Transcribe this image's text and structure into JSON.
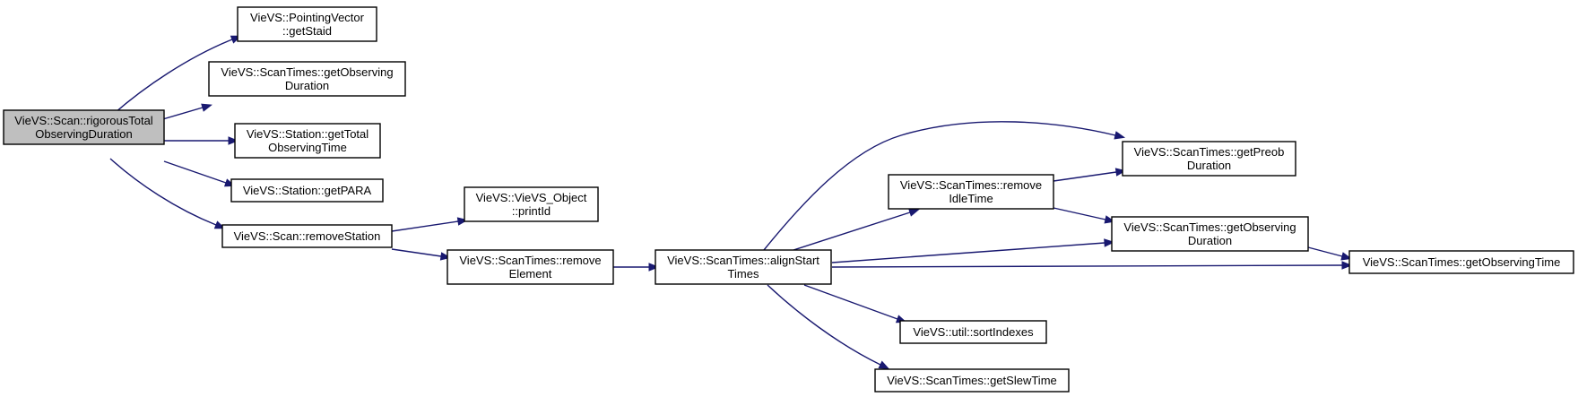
{
  "colors": {
    "edge": "#191970",
    "root_fill": "#bfbfbf",
    "node_fill": "#ffffff",
    "border": "#000000"
  },
  "nodes": [
    {
      "id": "rigorous",
      "label": [
        "VieVS::Scan::rigorousTotal",
        "ObservingDuration"
      ],
      "root": true
    },
    {
      "id": "pv_getStaid",
      "label": [
        "VieVS::PointingVector",
        "::getStaid"
      ]
    },
    {
      "id": "st_getObsDur1",
      "label": [
        "VieVS::ScanTimes::getObserving",
        "Duration"
      ]
    },
    {
      "id": "station_getTotal",
      "label": [
        "VieVS::Station::getTotal",
        "ObservingTime"
      ]
    },
    {
      "id": "station_getPARA",
      "label": [
        "VieVS::Station::getPARA"
      ]
    },
    {
      "id": "scan_removeStation",
      "label": [
        "VieVS::Scan::removeStation"
      ]
    },
    {
      "id": "obj_printId",
      "label": [
        "VieVS::VieVS_Object",
        "::printId"
      ]
    },
    {
      "id": "st_removeElement",
      "label": [
        "VieVS::ScanTimes::remove",
        "Element"
      ]
    },
    {
      "id": "st_alignStart",
      "label": [
        "VieVS::ScanTimes::alignStart",
        "Times"
      ]
    },
    {
      "id": "st_removeIdle",
      "label": [
        "VieVS::ScanTimes::remove",
        "IdleTime"
      ]
    },
    {
      "id": "st_getPreob",
      "label": [
        "VieVS::ScanTimes::getPreob",
        "Duration"
      ]
    },
    {
      "id": "st_getObsDur2",
      "label": [
        "VieVS::ScanTimes::getObserving",
        "Duration"
      ]
    },
    {
      "id": "st_getObsTime",
      "label": [
        "VieVS::ScanTimes::getObservingTime"
      ]
    },
    {
      "id": "util_sortIndexes",
      "label": [
        "VieVS::util::sortIndexes"
      ]
    },
    {
      "id": "st_getSlew",
      "label": [
        "VieVS::ScanTimes::getSlewTime"
      ]
    }
  ],
  "edges": [
    {
      "from": "rigorous",
      "to": "pv_getStaid"
    },
    {
      "from": "rigorous",
      "to": "st_getObsDur1"
    },
    {
      "from": "rigorous",
      "to": "station_getTotal"
    },
    {
      "from": "rigorous",
      "to": "station_getPARA"
    },
    {
      "from": "rigorous",
      "to": "scan_removeStation"
    },
    {
      "from": "scan_removeStation",
      "to": "obj_printId"
    },
    {
      "from": "scan_removeStation",
      "to": "st_removeElement"
    },
    {
      "from": "st_removeElement",
      "to": "st_alignStart"
    },
    {
      "from": "st_alignStart",
      "to": "st_getPreob"
    },
    {
      "from": "st_alignStart",
      "to": "st_removeIdle"
    },
    {
      "from": "st_alignStart",
      "to": "st_getObsDur2"
    },
    {
      "from": "st_alignStart",
      "to": "st_getObsTime"
    },
    {
      "from": "st_alignStart",
      "to": "util_sortIndexes"
    },
    {
      "from": "st_alignStart",
      "to": "st_getSlew"
    },
    {
      "from": "st_removeIdle",
      "to": "st_getPreob"
    },
    {
      "from": "st_removeIdle",
      "to": "st_getObsDur2"
    },
    {
      "from": "st_getObsDur2",
      "to": "st_getObsTime"
    }
  ]
}
